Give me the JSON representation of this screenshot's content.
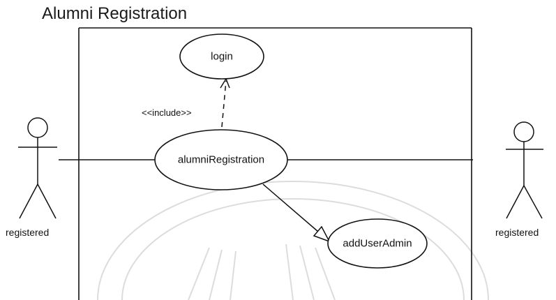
{
  "diagram": {
    "title": "Alumni Registration",
    "use_cases": {
      "login": "login",
      "alumni_registration": "alumniRegistration",
      "add_user_admin": "addUserAdmin"
    },
    "actors": {
      "left": "registered",
      "right": "registered"
    },
    "stereotype": "<<include>>"
  },
  "colors": {
    "line": "#111111",
    "watermark": "#cfcfcf"
  }
}
